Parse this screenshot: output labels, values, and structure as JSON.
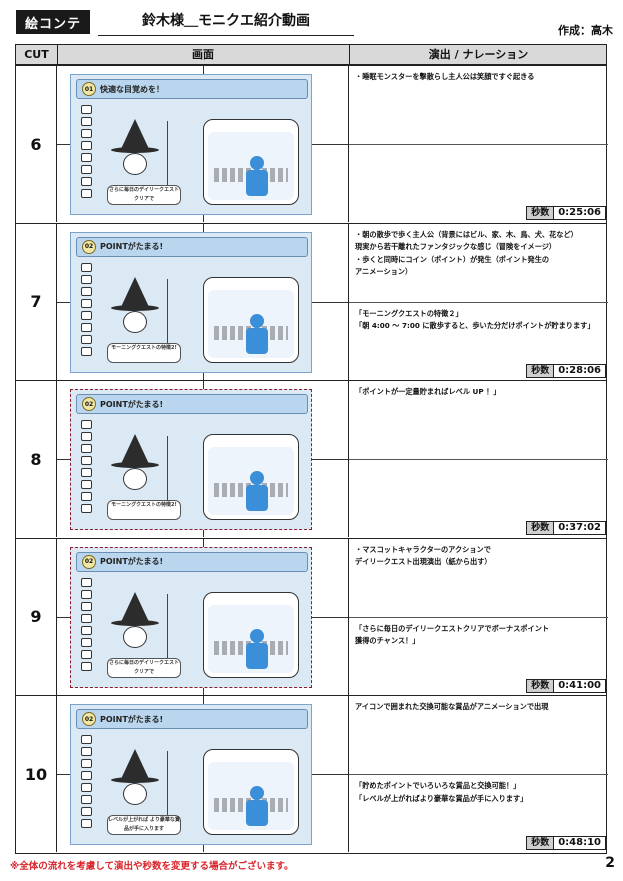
{
  "header": {
    "badge": "絵コンテ",
    "title": "鈴木様＿モニクエ紹介動画",
    "author": "作成：高木"
  },
  "table": {
    "col_cut": "CUT",
    "col_pic": "画面",
    "col_dir": "演出 / ナレーション",
    "time_label": "秒数"
  },
  "rows": [
    {
      "cut": "6",
      "frame_num": "01",
      "frame_title": "快適な目覚めを！",
      "frame_caption": "さらに毎日のデイリークエストクリアで",
      "dir_top": [
        "・睡眠モンスターを撃散らし主人公は笑顔ですぐ起きる"
      ],
      "dir_bottom": [],
      "time": "0:25:06"
    },
    {
      "cut": "7",
      "frame_num": "02",
      "frame_title": "POINTがたまる!",
      "frame_caption": "モーニングクエストの特徴2!",
      "dir_top": [
        "・朝の散歩で歩く主人公（背景にはビル、家、木、鳥、犬、花など）",
        "現実から若干離れたファンタジックな感じ（冒険をイメージ）",
        "・歩くと同時にコイン（ポイント）が発生（ポイント発生の",
        "アニメーション）"
      ],
      "dir_bottom": [
        "「モーニングクエストの特徴２」",
        "「朝 4:00 ～ 7:00 に散歩すると、歩いた分だけポイントが貯まります」"
      ],
      "time": "0:28:06"
    },
    {
      "cut": "8",
      "frame_num": "02",
      "frame_title": "POINTがたまる!",
      "frame_caption": "モーニングクエストの特徴2!",
      "dir_top": [
        "「ポイントが一定量貯まればレベル UP ！」"
      ],
      "dir_bottom": [],
      "time": "0:37:02"
    },
    {
      "cut": "9",
      "frame_num": "02",
      "frame_title": "POINTがたまる!",
      "frame_caption": "さらに毎日のデイリークエストクリアで",
      "dir_top": [
        "・マスコットキャラクターのアクションで",
        "デイリークエスト出現演出（紙から出す）"
      ],
      "dir_bottom": [
        "「さらに毎日のデイリークエストクリアでボーナスポイント",
        "獲得のチャンス！」"
      ],
      "time": "0:41:00"
    },
    {
      "cut": "10",
      "frame_num": "02",
      "frame_title": "POINTがたまる!",
      "frame_caption": "レベルが上がれば より豪華な賞品が手に入ります",
      "dir_top": [
        "アイコンで囲まれた交換可能な賞品がアニメーションで出現"
      ],
      "dir_bottom": [
        "「貯めたポイントでいろいろな賞品と交換可能！」",
        "「レベルが上がればより豪華な賞品が手に入ります」"
      ],
      "time": "0:48:10"
    }
  ],
  "footer": {
    "note": "※全体の流れを考慮して演出や秒数を変更する場合がございます。",
    "page": "2"
  }
}
